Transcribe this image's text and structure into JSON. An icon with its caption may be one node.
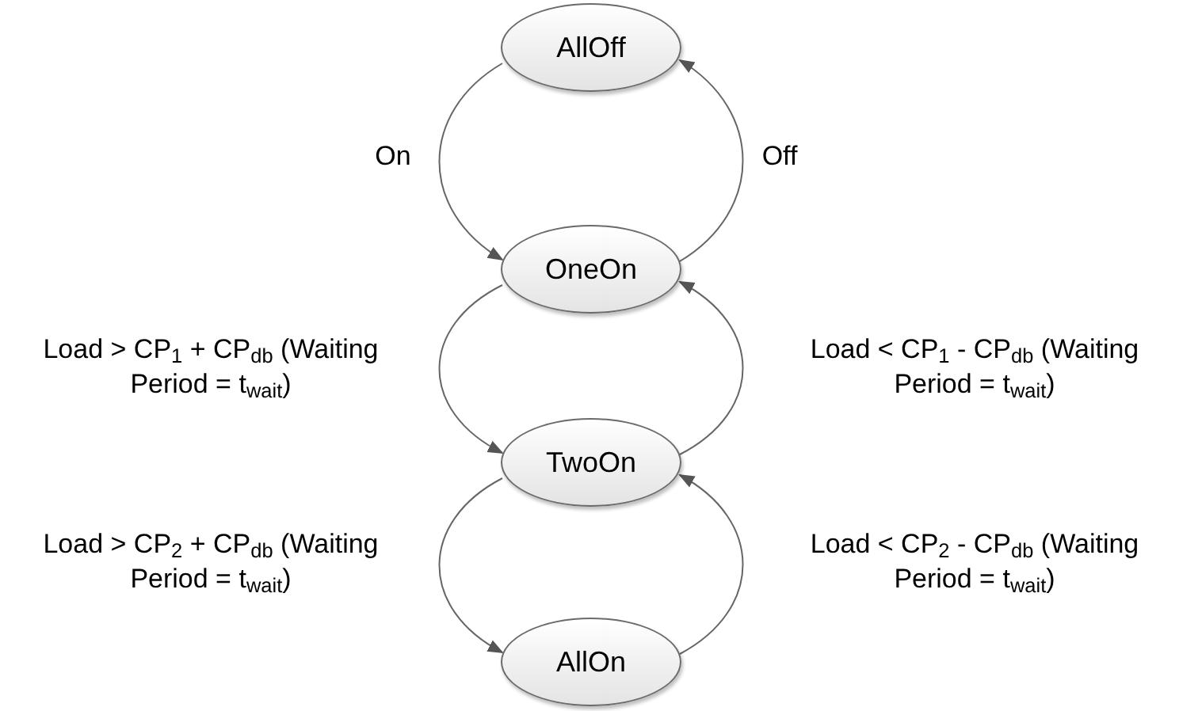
{
  "diagram": {
    "nodes": [
      {
        "text": [
          "AllOff"
        ]
      },
      {
        "text": [
          "OneOn"
        ]
      },
      {
        "text": [
          "TwoOn"
        ]
      },
      {
        "text": [
          "AllOn"
        ]
      }
    ],
    "edges": [
      {
        "from": 0,
        "to": 1,
        "arrow": "to",
        "label": "On"
      },
      {
        "from": 1,
        "to": 0,
        "arrow": "to",
        "label": "Off"
      },
      {
        "from": 1,
        "to": 2,
        "arrow": "to",
        "label": "Load > CP$_{1}$ + CP$_{db}$ (Waiting Period = t$_{wait}$)"
      },
      {
        "from": 2,
        "to": 1,
        "arrow": "to",
        "label": "Load < CP$_{1}$ - CP$_{db}$ (Waiting Period = t$_{wait}$)"
      },
      {
        "from": 2,
        "to": 3,
        "arrow": "to",
        "label": "Load > CP$_{2}$ + CP$_{db}$ (Waiting Period = t$_{wait}$)"
      },
      {
        "from": 3,
        "to": 2,
        "arrow": "to",
        "label": "Load < CP$_{2}$ - CP$_{db}$ (Waiting Period = t$_{wait}$)"
      }
    ]
  }
}
